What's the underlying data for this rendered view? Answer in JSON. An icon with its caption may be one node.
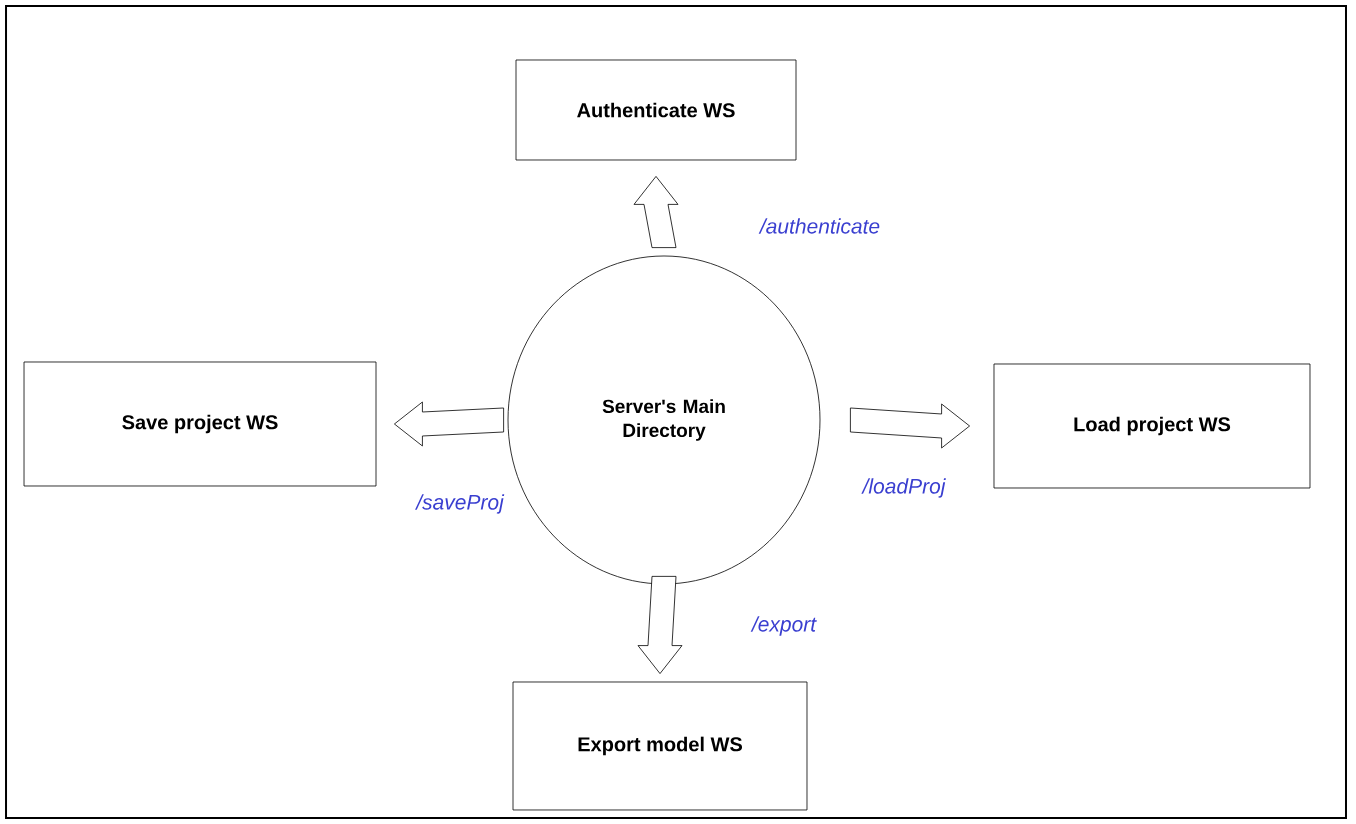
{
  "diagram": {
    "nodes": [
      {
        "text": [
          "Server's Main Directory"
        ]
      },
      {
        "text": [
          "Authenticate WS"
        ]
      },
      {
        "text": [
          "Save project WS"
        ]
      },
      {
        "text": [
          "Load project WS"
        ]
      },
      {
        "text": [
          "Export model WS"
        ]
      }
    ],
    "edges": [
      {
        "from": 0,
        "to": 1,
        "arrow": "to",
        "label": "/authenticate"
      },
      {
        "from": 0,
        "to": 2,
        "arrow": "to",
        "label": "/saveProj"
      },
      {
        "from": 0,
        "to": 3,
        "arrow": "to",
        "label": "/loadProj"
      },
      {
        "from": 0,
        "to": 4,
        "arrow": "to",
        "label": "/export"
      }
    ]
  }
}
